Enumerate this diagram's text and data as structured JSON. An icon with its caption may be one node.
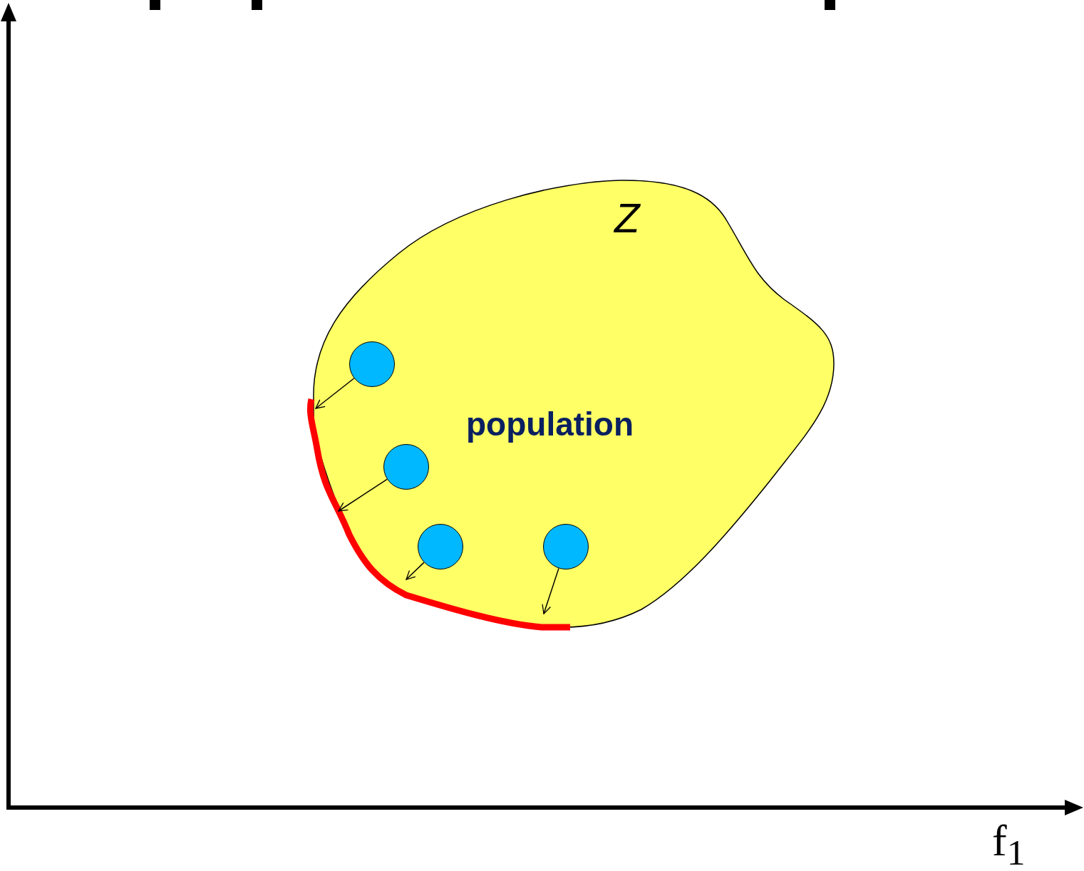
{
  "diagram": {
    "nodes": [
      {
        "text": [
          "Z",
          "population"
        ]
      },
      {
        "text": [],
        "shape": "circle",
        "in": 0
      },
      {
        "text": [],
        "shape": "circle",
        "in": 0
      },
      {
        "text": [],
        "shape": "circle",
        "in": 0
      },
      {
        "text": [],
        "shape": "circle",
        "in": 0
      }
    ],
    "edges": [
      {
        "from": 1,
        "to": null,
        "arrow": "to"
      },
      {
        "from": 2,
        "to": null,
        "arrow": "to"
      },
      {
        "from": 3,
        "to": null,
        "arrow": "to"
      },
      {
        "from": 4,
        "to": null,
        "arrow": "to"
      }
    ],
    "labels": [
      "f$_{1}$"
    ]
  }
}
